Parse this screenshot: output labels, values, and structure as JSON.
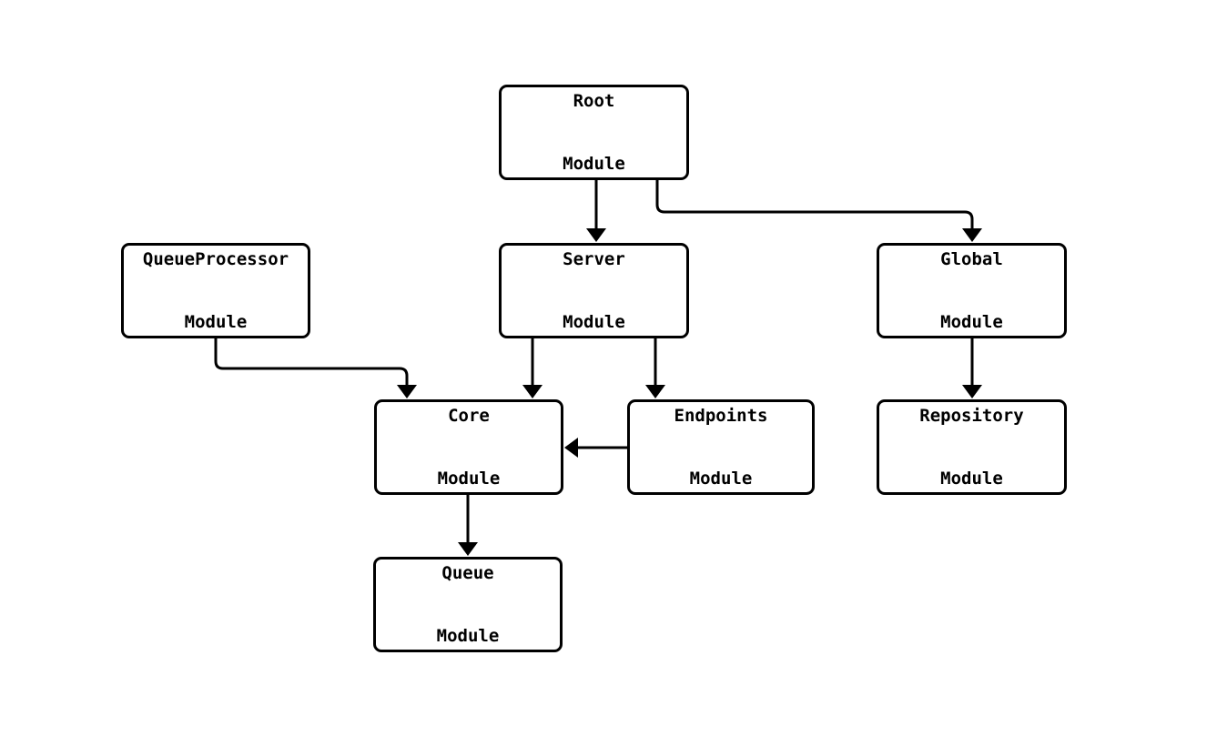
{
  "diagram": {
    "type": "module-dependency-graph",
    "colors": {
      "background": "#ffffff",
      "node_fill": "#ffffff",
      "node_border": "#000000",
      "edge_stroke": "#000000",
      "text": "#000000"
    },
    "nodes": {
      "root": {
        "line1": "Root",
        "line2": "Module"
      },
      "queueprocessor": {
        "line1": "QueueProcessor",
        "line2": "Module"
      },
      "server": {
        "line1": "Server",
        "line2": "Module"
      },
      "global": {
        "line1": "Global",
        "line2": "Module"
      },
      "core": {
        "line1": "Core",
        "line2": "Module"
      },
      "endpoints": {
        "line1": "Endpoints",
        "line2": "Module"
      },
      "repository": {
        "line1": "Repository",
        "line2": "Module"
      },
      "queue": {
        "line1": "Queue",
        "line2": "Module"
      }
    },
    "edges": [
      {
        "from": "Root Module",
        "to": "Server Module"
      },
      {
        "from": "Root Module",
        "to": "Global Module"
      },
      {
        "from": "QueueProcessor Module",
        "to": "Core Module"
      },
      {
        "from": "Server Module",
        "to": "Core Module"
      },
      {
        "from": "Server Module",
        "to": "Endpoints Module"
      },
      {
        "from": "Endpoints Module",
        "to": "Core Module"
      },
      {
        "from": "Global Module",
        "to": "Repository Module"
      },
      {
        "from": "Core Module",
        "to": "Queue Module"
      }
    ]
  }
}
